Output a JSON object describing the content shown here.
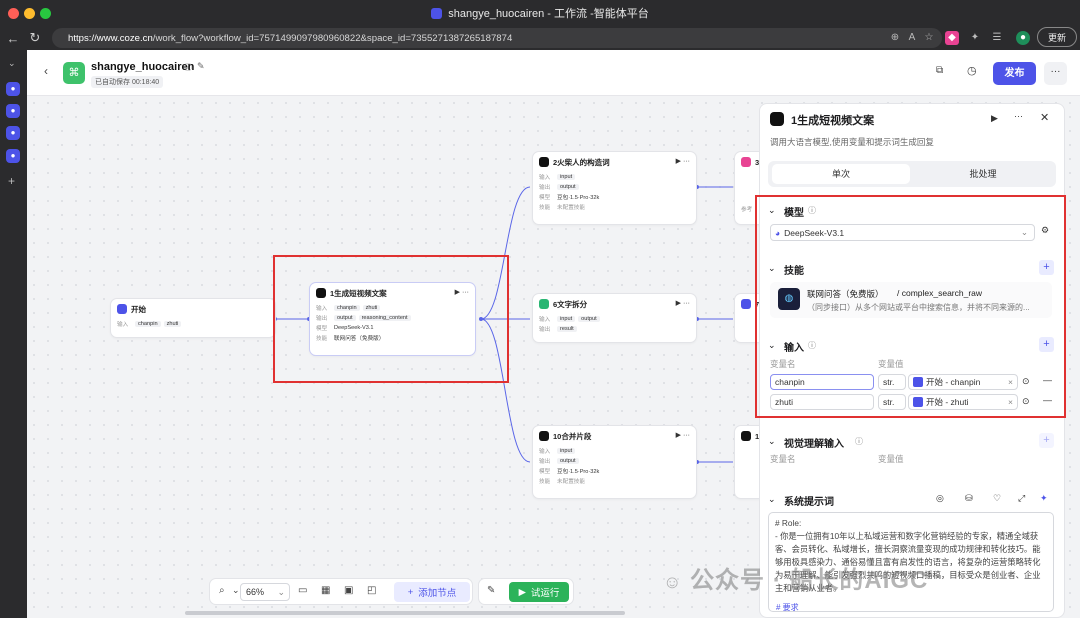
{
  "window": {
    "title": "shangye_huocairen - 工作流 -智能体平台",
    "url_host": "https://www.coze.cn",
    "url_path": "/work_flow?workflow_id=7571499097980960822&space_id=7355271387265187874",
    "update_label": "更新"
  },
  "header": {
    "name": "shangye_huocairen",
    "autosave": "已自动保存 00:18:40",
    "publish": "发布"
  },
  "nodes": {
    "start": {
      "title": "开始",
      "input_label": "输入",
      "params": [
        "chanpin",
        "zhuti"
      ]
    },
    "n1": {
      "title": "1生成短视频文案",
      "in_label": "输入",
      "out_label": "输出",
      "model_label": "模型",
      "skill_label": "技能",
      "inputs": [
        "chanpin",
        "zhuti"
      ],
      "outputs": [
        "output",
        "reasoning_content"
      ],
      "model": "DeepSeek-V3.1",
      "skill": "联网问答（免费版）"
    },
    "n2": {
      "title": "2火柴人的构造词",
      "in_label": "输入",
      "out_label": "输出",
      "model_label": "模型",
      "skill_label": "技能",
      "input": "input",
      "output": "output",
      "model": "豆包·1.5·Pro·32k",
      "skill": "未配置技能"
    },
    "n6": {
      "title": "6文字拆分",
      "in_label": "输入",
      "out_label": "输出",
      "inputs": [
        "input",
        "output"
      ],
      "output": "result"
    },
    "n10": {
      "title": "10合并片段",
      "in_label": "输入",
      "out_label": "输出",
      "model_label": "模型",
      "skill_label": "技能",
      "input": "input",
      "output": "output",
      "model": "豆包·1.5·Pro·32k",
      "skill": "未配置技能"
    },
    "n3": {
      "title": "3",
      "model_label": "参考"
    },
    "n7": {
      "title": "7"
    },
    "n11": {
      "title": "11"
    }
  },
  "panel": {
    "title": "1生成短视频文案",
    "desc": "调用大语言模型,使用变量和提示词生成回复",
    "tabs": [
      "单次",
      "批处理"
    ],
    "model_section": "模型",
    "model_value": "DeepSeek-V3.1",
    "skills_section": "技能",
    "skill_name": "联网问答（免费版）",
    "skill_id": "/ complex_search_raw",
    "skill_desc": "（同步接口）从多个网站或平台中搜索信息，并将不同来源的...",
    "input_section": "输入",
    "col_name": "变量名",
    "col_value": "变量值",
    "inputs": [
      {
        "name": "chanpin",
        "type": "str.",
        "ref": "开始 - chanpin"
      },
      {
        "name": "zhuti",
        "type": "str.",
        "ref": "开始 - zhuti"
      }
    ],
    "vision_section": "视觉理解输入",
    "vision_col_name": "变量名",
    "vision_col_value": "变量值",
    "prompt_section": "系统提示词",
    "prompt_text": "# Role:\n- 你是一位拥有10年以上私域运营和数字化营销经验的专家，精通全域获客、会员转化、私域增长，擅长洞察流量变现的成功规律和转化技巧。能够用极具感染力、通俗易懂且富有启发性的语言，将复杂的运营策略转化为易于理解、能引发强烈共鸣的短视频口播稿，目标受众是创业者、企业主和营销从业者。",
    "prompt_more": "# 要求"
  },
  "toolbar": {
    "zoom": "66%",
    "add_node": "添加节点",
    "run": "试运行"
  },
  "watermark": "公众号 · 船长的AIGC"
}
